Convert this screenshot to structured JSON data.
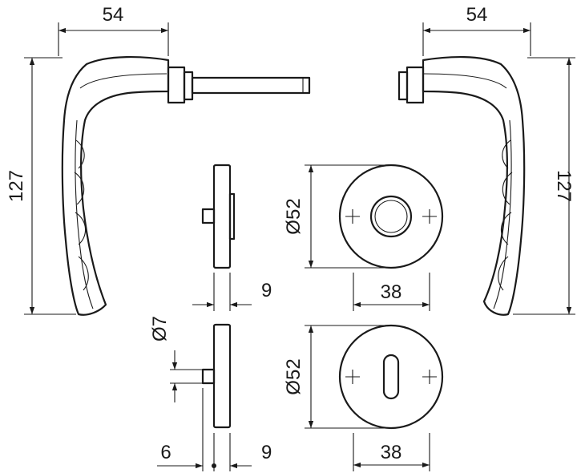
{
  "dimensions": {
    "left_handle_width": "54",
    "right_handle_width": "54",
    "left_handle_height": "127",
    "right_handle_height": "127",
    "rose_diameter": "Ø52",
    "rose_width": "38",
    "escutcheon_diameter": "Ø52",
    "escutcheon_width": "38",
    "rose_thickness": "9",
    "escutcheon_thickness": "9",
    "pin_diameter": "Ø7",
    "pin_length": "6"
  }
}
